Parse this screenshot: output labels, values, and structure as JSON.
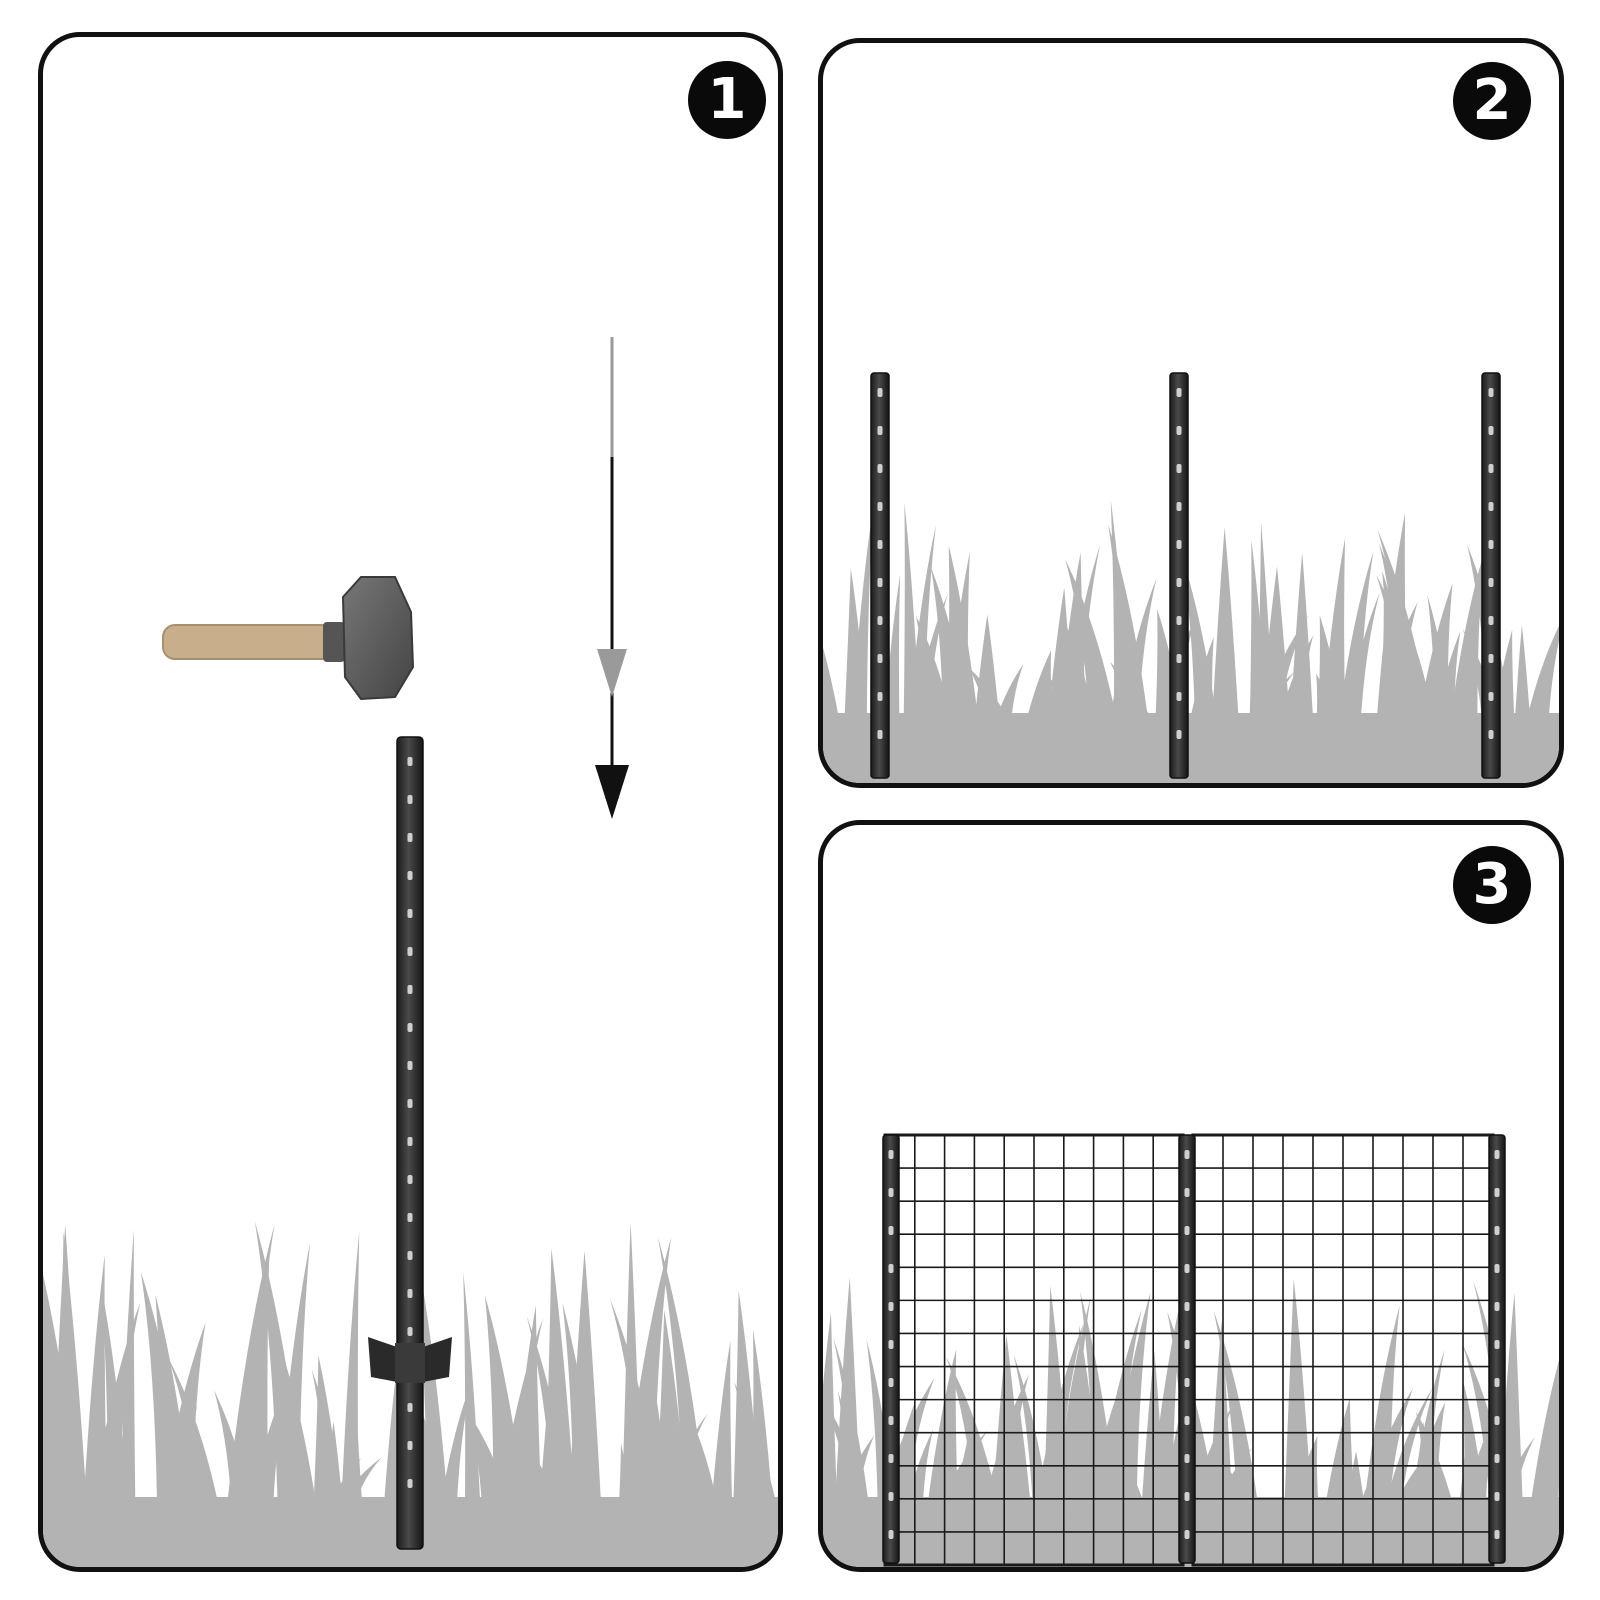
{
  "steps": [
    {
      "number": "1",
      "icons": [
        "sledgehammer-icon",
        "arrow-down-icon",
        "fence-post-icon",
        "grass"
      ]
    },
    {
      "number": "2",
      "icons": [
        "fence-post-icon",
        "fence-post-icon",
        "fence-post-icon",
        "grass"
      ]
    },
    {
      "number": "3",
      "icons": [
        "fence-post-icon",
        "wire-mesh-panel",
        "grass"
      ]
    }
  ],
  "colors": {
    "border": "#111111",
    "badge": "#0a0a0a",
    "grass": "#b3b3b3",
    "post": "#2e2e2e",
    "hammer_head": "#5c5c5c",
    "hammer_handle": "#c9ae8c",
    "arrow_top": "#9a9a9a",
    "arrow_bottom": "#111111"
  }
}
